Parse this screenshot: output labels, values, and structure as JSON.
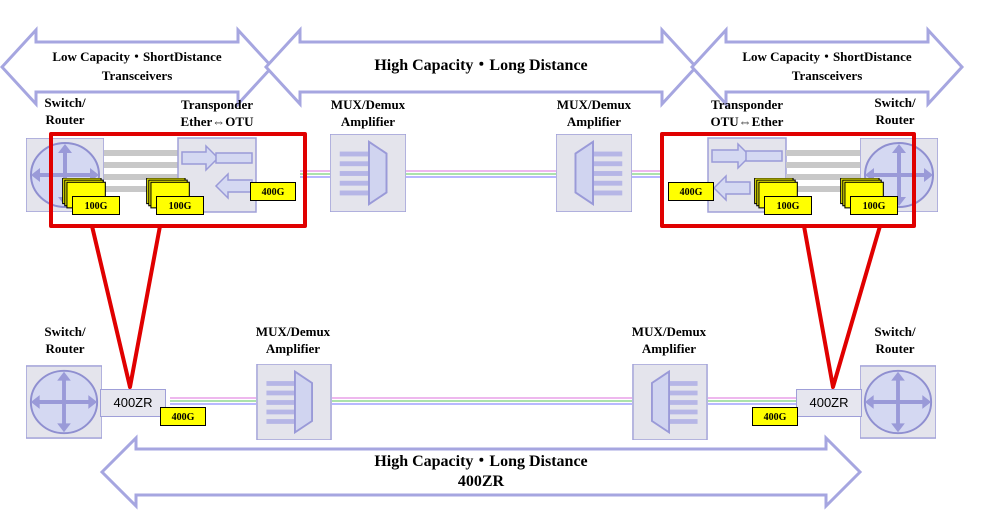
{
  "top": {
    "arrow_left": {
      "line1": "Low Capacity・ShortDistance",
      "line2": "Transceivers"
    },
    "arrow_center": "High Capacity・Long Distance",
    "arrow_right": {
      "line1": "Low Capacity・ShortDistance",
      "line2": "Transceivers"
    },
    "switch_left": {
      "line1": "Switch/",
      "line2": "Router"
    },
    "transponder_left": {
      "line1": "Transponder",
      "line2": "Ether⇔OTU"
    },
    "mux_left": {
      "line1": "MUX/Demux",
      "line2": "Amplifier"
    },
    "mux_right": {
      "line1": "MUX/Demux",
      "line2": "Amplifier"
    },
    "transponder_right": {
      "line1": "Transponder",
      "line2": "OTU⇔Ether"
    },
    "switch_right": {
      "line1": "Switch/",
      "line2": "Router"
    },
    "tags": {
      "left_switch": "100G",
      "left_transponder_client": "100G",
      "left_transponder_line": "400G",
      "right_transponder_line": "400G",
      "right_transponder_client": "100G",
      "right_switch": "100G"
    }
  },
  "bottom": {
    "switch_left": {
      "line1": "Switch/",
      "line2": "Router"
    },
    "mux_left": {
      "line1": "MUX/Demux",
      "line2": "Amplifier"
    },
    "mux_right": {
      "line1": "MUX/Demux",
      "line2": "Amplifier"
    },
    "switch_right": {
      "line1": "Switch/",
      "line2": "Router"
    },
    "zr_left": "400ZR",
    "zr_right": "400ZR",
    "tag_left": "400G",
    "tag_right": "400G",
    "arrow": {
      "line1": "High Capacity・Long Distance",
      "line2": "400ZR"
    }
  },
  "colors": {
    "arrow_stroke": "#a6a6e0",
    "device_fill": "#e4e4ec",
    "device_stroke": "#a0a0d8",
    "highlight": "#e00000",
    "tag_fill": "#ffff00"
  }
}
